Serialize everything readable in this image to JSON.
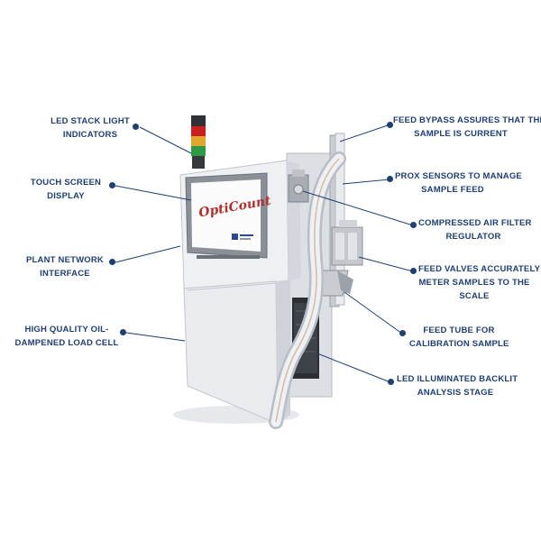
{
  "colors": {
    "label_text": "#1f3f73",
    "leader_line": "#1f3f73",
    "cabinet": "#eef0f4",
    "screen_logo": "#b0302e"
  },
  "screen": {
    "logo_text": "OptiCount"
  },
  "callouts": {
    "led_stack": [
      "LED STACK LIGHT",
      "INDICATORS"
    ],
    "touch_screen": [
      "TOUCH SCREEN",
      "DISPLAY"
    ],
    "plant_network": [
      "PLANT NETWORK",
      "INTERFACE"
    ],
    "load_cell": [
      "HIGH QUALITY OIL-",
      "DAMPENED LOAD CELL"
    ],
    "feed_bypass": [
      "FEED BYPASS ASSURES THAT THE",
      "SAMPLE IS CURRENT"
    ],
    "prox_sensors": [
      "PROX SENSORS TO MANAGE",
      "SAMPLE FEED"
    ],
    "air_filter": [
      "COMPRESSED AIR FILTER",
      "REGULATOR"
    ],
    "feed_valves": [
      "FEED VALVES ACCURATELY",
      "METER SAMPLES TO THE",
      "SCALE"
    ],
    "feed_tube": [
      "FEED TUBE FOR",
      "CALIBRATION SAMPLE"
    ],
    "backlit_stage": [
      "LED ILLUMINATED BACKLIT",
      "ANALYSIS STAGE"
    ]
  }
}
